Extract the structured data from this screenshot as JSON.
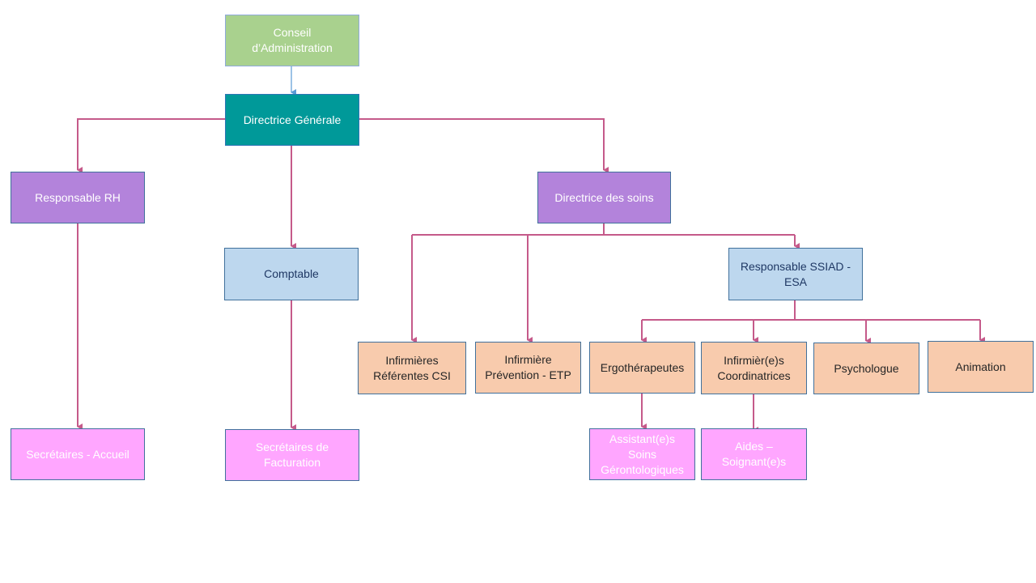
{
  "nodes": {
    "conseil": "Conseil\nd’Administration",
    "directrice_generale": "Directrice Générale",
    "responsable_rh": "Responsable RH",
    "directrice_soins": "Directrice des soins",
    "comptable": "Comptable",
    "responsable_ssiad": "Responsable SSIAD -\nESA",
    "infirmieres_csi": "Infirmières\nRéférentes CSI",
    "infirmiere_etp": "Infirmière\nPrévention - ETP",
    "ergotherapeutes": "Ergothérapeutes",
    "infirmiers_coord": "Infirmièr(e)s\nCoordinatrices",
    "psychologue": "Psychologue",
    "animation": "Animation",
    "secretaires_accueil": "Secrétaires - Accueil",
    "secretaires_facturation": "Secrétaires de\nFacturation",
    "assistants_soins": "Assistant(e)s\nSoins\nGérontologiques",
    "aides_soignants": "Aides –\nSoignant(e)s"
  },
  "colors": {
    "connector": "#c55a8a",
    "connector_top": "#5b9bd5"
  }
}
